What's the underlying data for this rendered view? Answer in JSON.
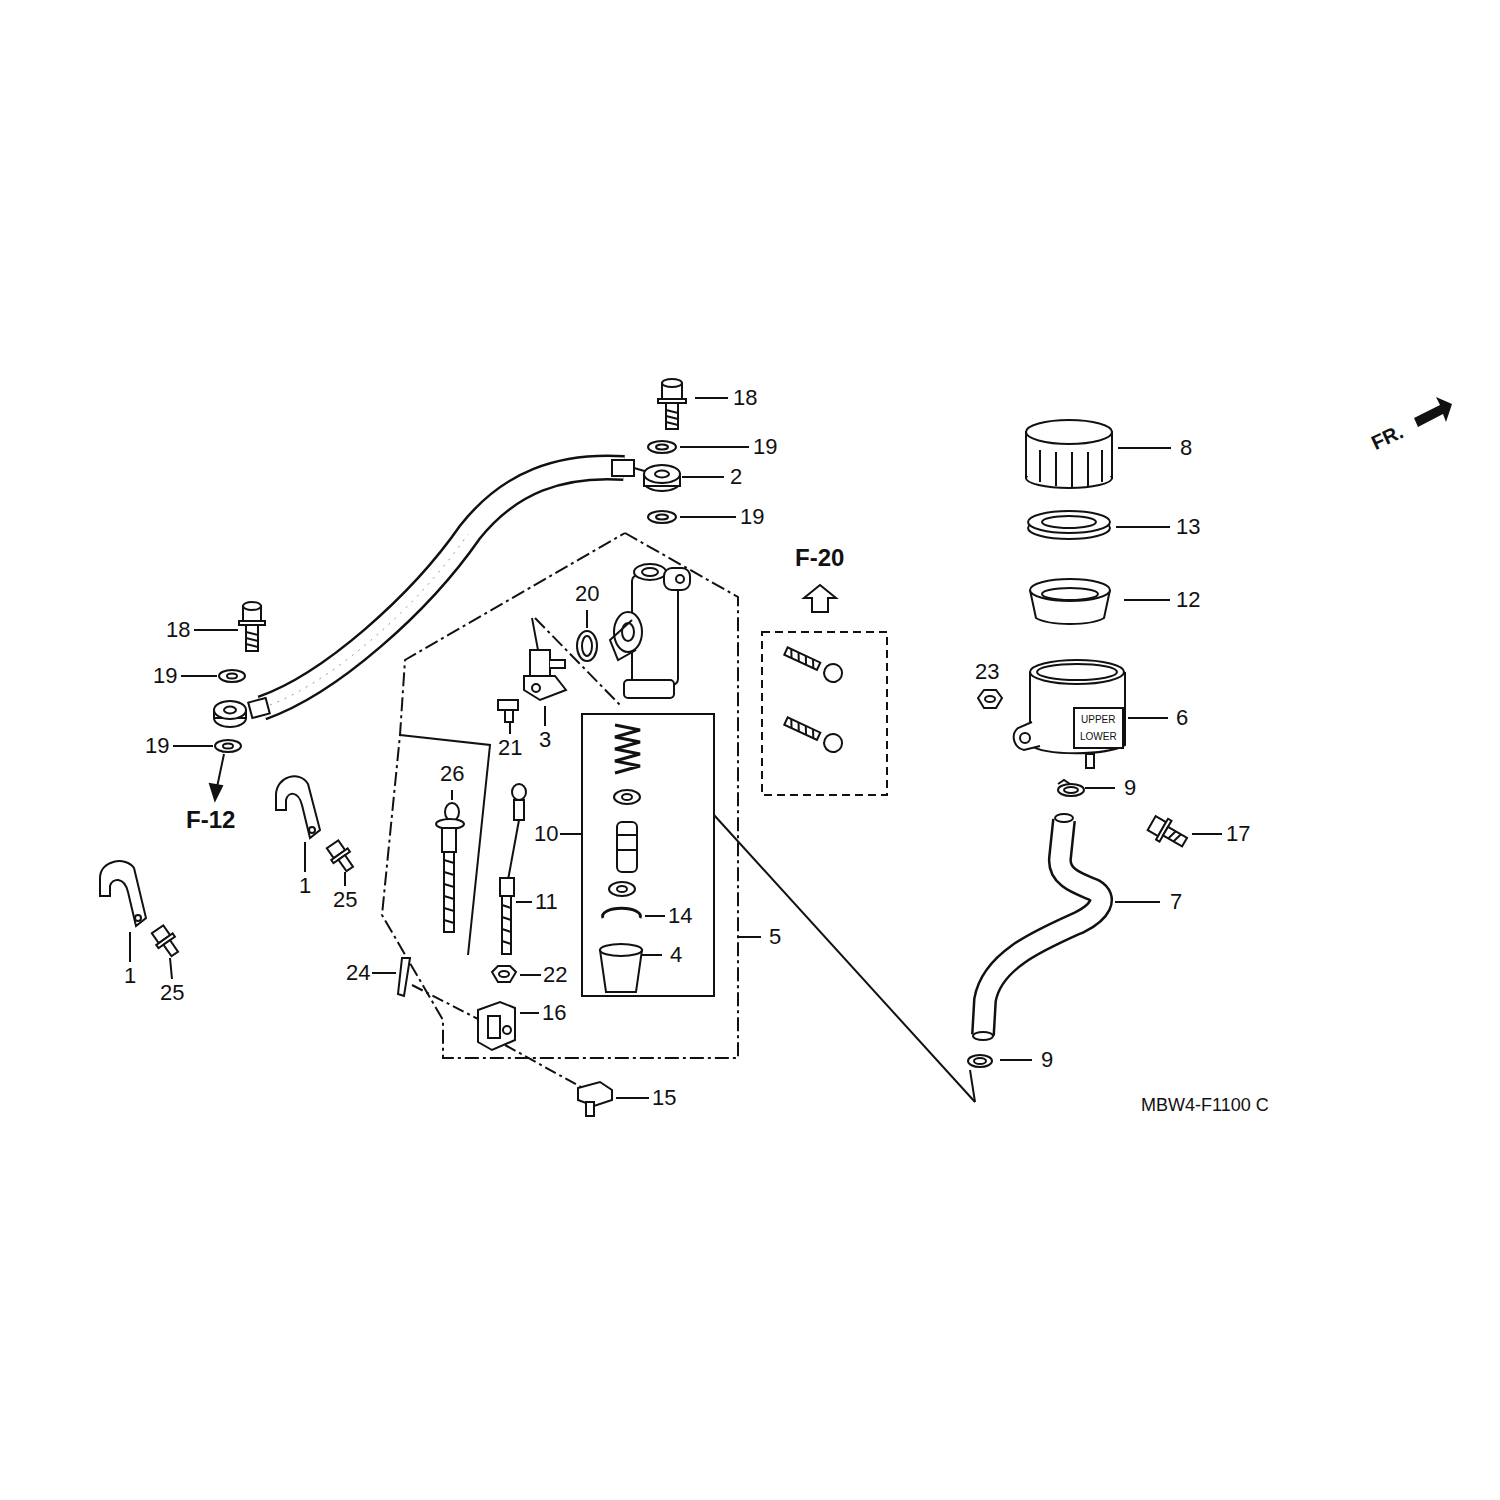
{
  "diagram": {
    "labels": [
      "18",
      "19",
      "2",
      "19",
      "F-20",
      "20",
      "18",
      "19",
      "3",
      "21",
      "19",
      "26",
      "F-12",
      "10",
      "1",
      "25",
      "11",
      "14",
      "4",
      "5",
      "1",
      "25",
      "24",
      "22",
      "16",
      "15",
      "8",
      "13",
      "12",
      "23",
      "6",
      "UPPER",
      "LOWER",
      "9",
      "17",
      "7",
      "9",
      "MBW4-F1100 C",
      "FR."
    ]
  }
}
